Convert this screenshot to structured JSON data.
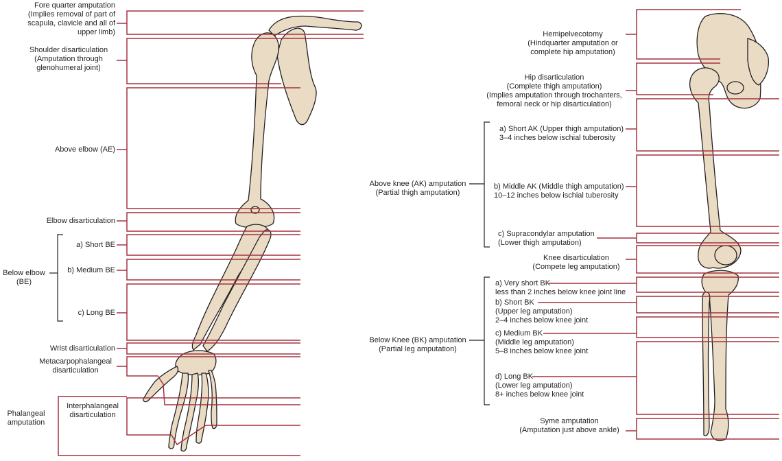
{
  "arm": {
    "fore_quarter": [
      "Fore quarter amputation",
      "(Implies removal of part of",
      "scapula, clavicle and all of",
      "upper limb)"
    ],
    "shoulder": [
      "Shoulder disarticulation",
      "(Amputation through",
      "glenohumeral joint)"
    ],
    "above_elbow": "Above elbow (AE)",
    "elbow_disart": "Elbow disarticulation",
    "below_elbow": [
      "Below elbow",
      "(BE)"
    ],
    "short_be": "a) Short BE",
    "medium_be": "b) Medium BE",
    "long_be": "c) Long BE",
    "wrist": "Wrist disarticulation",
    "mcp": [
      "Metacarpophalangeal",
      "disarticulation"
    ],
    "interphalangeal": [
      "Interphalangeal",
      "disarticulation"
    ],
    "phalangeal": [
      "Phalangeal",
      "amputation"
    ]
  },
  "leg": {
    "hemipelvectomy": [
      "Hemipelvecotomy",
      "(Hindquarter amputation or",
      "complete hip amputation)"
    ],
    "hip": [
      "Hip disarticulation",
      "(Complete thigh amputation)",
      "(Implies amputation through trochanters,",
      "femoral neck or hip disarticulation)"
    ],
    "above_knee": [
      "Above knee (AK) amputation",
      "(Partial thigh amputation)"
    ],
    "short_ak": [
      "a) Short AK (Upper thigh amputation)",
      "3–4 inches below ischial tuberosity"
    ],
    "middle_ak": [
      "b) Middle AK (Middle thigh amputation)",
      "10–12 inches below ischial tuberosity"
    ],
    "supracondylar": [
      "c) Supracondylar amputation",
      "(Lower thigh amputation)"
    ],
    "knee": [
      "Knee disarticulation",
      "(Compete leg amputation)"
    ],
    "below_knee": [
      "Below Knee (BK) amputation",
      "(Partial leg amputation)"
    ],
    "very_short_bk": [
      "a) Very short BK",
      "less than 2 inches below knee joint line"
    ],
    "short_bk": [
      "b) Short BK",
      "(Upper leg amputation)",
      "2–4 inches below knee joint"
    ],
    "medium_bk": [
      "c) Medium BK",
      "(Middle leg amputation)",
      "5–8 inches below knee joint"
    ],
    "long_bk": [
      "d) Long BK",
      "(Lower leg amputation)",
      "8+ inches below knee joint"
    ],
    "syme": [
      "Syme amputation",
      "(Amputation just above ankle)"
    ]
  },
  "colors": {
    "guide_line": "#a3323f",
    "bracket": "#231f20",
    "bone_fill": "#eadbc4",
    "bone_stroke": "#231f20"
  }
}
